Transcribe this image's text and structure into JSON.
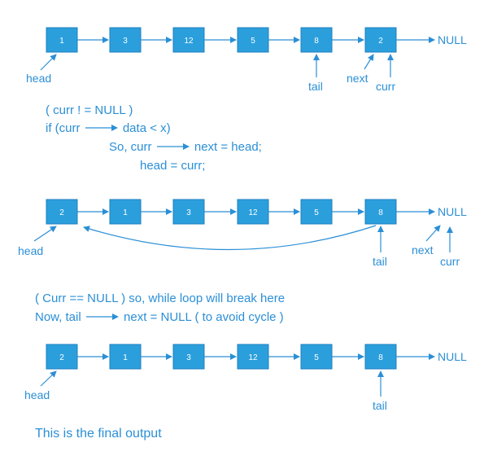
{
  "lists": [
    {
      "nodes": [
        "1",
        "3",
        "12",
        "5",
        "8",
        "2"
      ],
      "null_label": "NULL",
      "pointers": [
        {
          "label": "head",
          "target": "node",
          "index": 0
        },
        {
          "label": "tail",
          "target": "node",
          "index": 4
        },
        {
          "label": "next",
          "target": "node",
          "index": 5
        },
        {
          "label": "curr",
          "target": "node",
          "index": 5
        }
      ],
      "back_link": false
    },
    {
      "nodes": [
        "2",
        "1",
        "3",
        "12",
        "5",
        "8"
      ],
      "null_label": "NULL",
      "pointers": [
        {
          "label": "head",
          "target": "node",
          "index": 0
        },
        {
          "label": "tail",
          "target": "node",
          "index": 5
        },
        {
          "label": "next",
          "target": "null"
        },
        {
          "label": "curr",
          "target": "null"
        }
      ],
      "back_link": true
    },
    {
      "nodes": [
        "2",
        "1",
        "3",
        "12",
        "5",
        "8"
      ],
      "null_label": "NULL",
      "pointers": [
        {
          "label": "head",
          "target": "node",
          "index": 0
        },
        {
          "label": "tail",
          "target": "node",
          "index": 5
        }
      ],
      "back_link": false
    }
  ],
  "code_block_1": [
    {
      "pre": "( curr ! = NULL )",
      "post": ""
    },
    {
      "pre": "if (curr",
      "post": "data < x)"
    },
    {
      "pre": "So,   curr",
      "post": "next = head;"
    },
    {
      "pre": "head = curr;",
      "post": ""
    }
  ],
  "code_block_2": [
    {
      "pre": "( Curr == NULL )  so,  while loop will break here",
      "post": ""
    },
    {
      "pre": "Now,  tail",
      "post": "next = NULL  ( to avoid cycle )"
    }
  ],
  "caption": "This is the final output",
  "colors": {
    "node": "#2b9fdc",
    "node_border": "#1f7fbf",
    "accent": "#2b8fd6"
  }
}
